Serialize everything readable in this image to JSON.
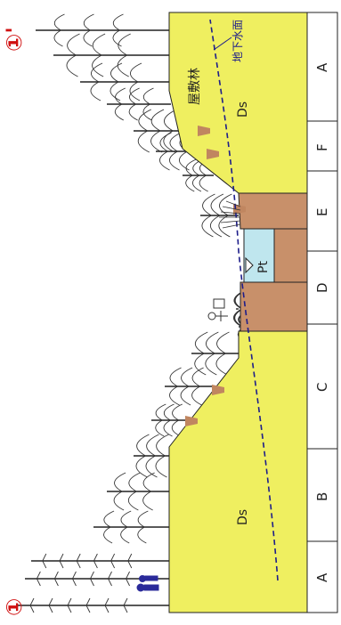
{
  "markers": {
    "start": "①",
    "end": "①'"
  },
  "soil_labels": {
    "ds_left": "Ds",
    "ds_right": "Ds",
    "pt": "Pt"
  },
  "place_label": "屋敷林",
  "groundwater_label": "地下水面",
  "zones": [
    "A",
    "B",
    "C",
    "D",
    "E",
    "F",
    "A"
  ],
  "colors": {
    "ds_fill": "#efef60",
    "pt_fill": "#c8906a",
    "water_fill": "#bfe6ee",
    "groundwater_line": "#1d1d8a",
    "marker_red": "#d01010",
    "figure_blue": "#2a2a9a"
  }
}
